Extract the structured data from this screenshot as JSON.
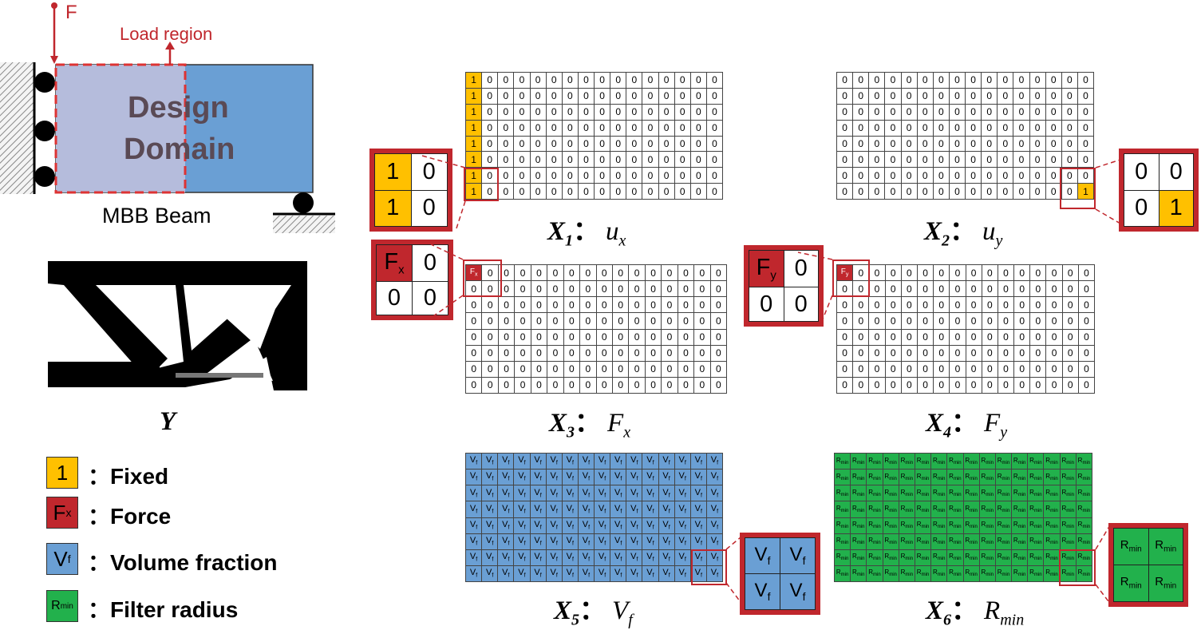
{
  "mbb": {
    "force_label": "F",
    "load_region_label": "Load region",
    "design_line1": "Design",
    "design_line2": "Domain",
    "beam_caption": "MBB Beam"
  },
  "y_label": "Y",
  "legend": [
    {
      "symbol": "1",
      "sub": "",
      "text": "：Fixed",
      "color": "#ffc000"
    },
    {
      "symbol": "F",
      "sub": "x",
      "text": "：Force",
      "color": "#c0272d"
    },
    {
      "symbol": "V",
      "sub": "f",
      "text": "：Volume fraction",
      "color": "#6a9fd4"
    },
    {
      "symbol": "R",
      "sub": "min",
      "text": "：Filter radius",
      "color": "#22b14c"
    }
  ],
  "panels": {
    "x1": {
      "var": "X",
      "idx": "1",
      "sep": "：",
      "qty": "u",
      "qsub": "x",
      "mark": "1",
      "fill": "0",
      "zoom": [
        "1",
        "0",
        "1",
        "0"
      ]
    },
    "x2": {
      "var": "X",
      "idx": "2",
      "sep": "：",
      "qty": "u",
      "qsub": "y",
      "mark": "1",
      "fill": "0",
      "zoom": [
        "0",
        "0",
        "0",
        "1"
      ]
    },
    "x3": {
      "var": "X",
      "idx": "3",
      "sep": "：",
      "qty": "F",
      "qsub": "x",
      "mark": "F",
      "marksub": "x",
      "fill": "0",
      "zoom": [
        "F",
        "0",
        "0",
        "0"
      ],
      "zoomsub": "x"
    },
    "x4": {
      "var": "X",
      "idx": "4",
      "sep": "：",
      "qty": "F",
      "qsub": "y",
      "mark": "F",
      "marksub": "y",
      "fill": "0",
      "zoom": [
        "F",
        "0",
        "0",
        "0"
      ],
      "zoomsub": "y"
    },
    "x5": {
      "var": "X",
      "idx": "5",
      "sep": "：",
      "qty": "V",
      "qsub": "f",
      "cell": "V",
      "cellsub": "f"
    },
    "x6": {
      "var": "X",
      "idx": "6",
      "sep": "：",
      "qty": "R",
      "qsub": "min",
      "cell": "R",
      "cellsub": "min"
    }
  },
  "colors": {
    "fixed": "#ffc000",
    "force": "#c0272d",
    "volume": "#6a9fd4",
    "filter": "#22b14c",
    "highlight": "#c0272d"
  }
}
